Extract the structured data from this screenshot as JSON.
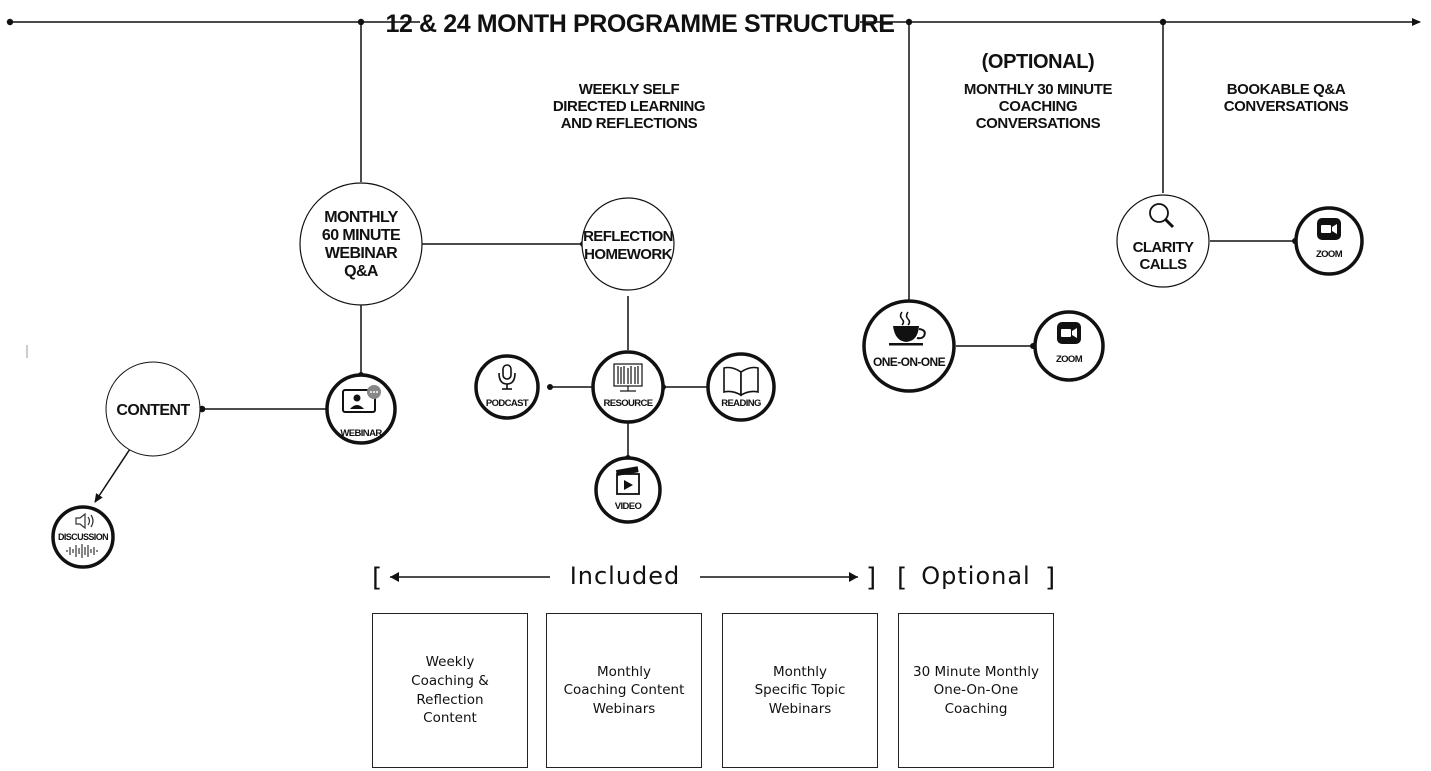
{
  "title": "12 & 24 MONTH PROGRAMME STRUCTURE",
  "headings": {
    "weekly": [
      "WEEKLY SELF",
      "DIRECTED LEARNING",
      "AND REFLECTIONS"
    ],
    "optional": [
      "(OPTIONAL)",
      "MONTHLY 30 MINUTE",
      "COACHING",
      "CONVERSATIONS"
    ],
    "bookable": [
      "BOOKABLE Q&A",
      "CONVERSATIONS"
    ]
  },
  "nodes": {
    "monthly_webinar": [
      "MONTHLY",
      "60 MINUTE",
      "WEBINAR",
      "Q&A"
    ],
    "reflection": [
      "REFLECTION",
      "HOMEWORK"
    ],
    "content": "CONTENT",
    "webinar": "WEBINAR",
    "discussion": "DISCUSSION",
    "podcast": "PODCAST",
    "resource": "RESOURCE",
    "reading": "READING",
    "video": "VIDEO",
    "one_on_one": "ONE-ON-ONE",
    "zoom_1": "ZOOM",
    "clarity": [
      "CLARITY",
      "CALLS"
    ],
    "zoom_2": "ZOOM"
  },
  "brackets": {
    "included": "Included",
    "optional": "Optional"
  },
  "boxes": [
    "Weekly\nCoaching &\nReflection\nContent",
    "Monthly\nCoaching Content\nWebinars",
    "Monthly\nSpecific Topic\nWebinars",
    "30 Minute Monthly\nOne-On-One\nCoaching"
  ],
  "icons": [
    "video-call-icon",
    "podcast-microphone-icon",
    "bookshelf-icon",
    "open-book-icon",
    "clapperboard-icon",
    "speaker-soundwave-icon",
    "coffee-cup-icon",
    "zoom-camera-icon",
    "magnifier-icon"
  ]
}
